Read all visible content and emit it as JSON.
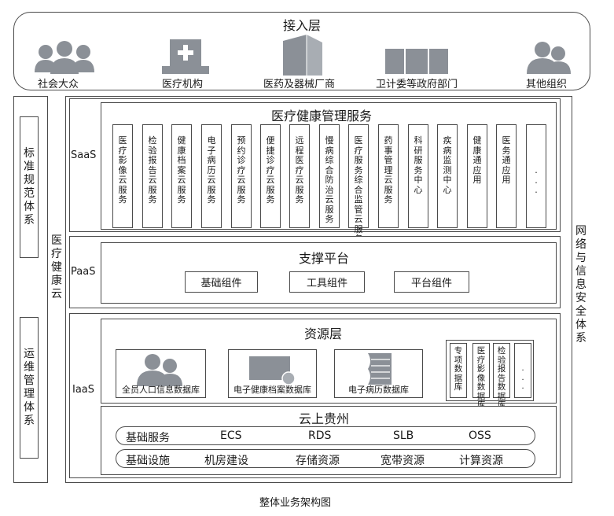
{
  "access_layer": {
    "title": "接入层",
    "items": [
      "社会大众",
      "医疗机构",
      "医药及器械厂商",
      "卫计委等政府部门",
      "其他组织"
    ]
  },
  "left_panels": {
    "standards": "标准规范体系",
    "operations": "运维管理体系"
  },
  "cloud_label": "医疗健康云",
  "right_panel": "网络与信息安全体系",
  "saas": {
    "tier": "SaaS",
    "title": "医疗健康管理服务",
    "services": [
      [
        "医疗",
        "影像",
        "云服",
        "务"
      ],
      [
        "检验",
        "报告",
        "云服",
        "务"
      ],
      [
        "健康",
        "档案",
        "云服",
        "务"
      ],
      [
        "电子",
        "病历",
        "云服",
        "务"
      ],
      [
        "预约",
        "诊疗",
        "云服",
        "务"
      ],
      [
        "便捷",
        "诊疗",
        "云服",
        "务"
      ],
      [
        "远程",
        "医疗",
        "云服",
        "务"
      ],
      [
        "慢病",
        "综合",
        "防治",
        "云服",
        "务"
      ],
      [
        "医疗",
        "服务",
        "综合",
        "监管",
        "云服",
        "务"
      ],
      [
        "药事",
        "管理",
        "云服",
        "务"
      ],
      [
        "科研",
        "服务",
        "中心"
      ],
      [
        "疾病",
        "监测",
        "中心"
      ],
      [
        "健康",
        "通应",
        "用"
      ],
      [
        "医务",
        "通应",
        "用"
      ],
      [
        "..."
      ]
    ]
  },
  "paas": {
    "tier": "PaaS",
    "title": "支撑平台",
    "components": [
      "基础组件",
      "工具组件",
      "平台组件"
    ]
  },
  "iaas": {
    "tier": "IaaS",
    "resource_title": "资源层",
    "databases": [
      "全员人口信息数据库",
      "电子健康档案数据库",
      "电子病历数据库"
    ],
    "small_dbs": [
      [
        "专项",
        "数据",
        "库"
      ],
      [
        "医疗",
        "影像",
        "数据",
        "库"
      ],
      [
        "检验",
        "报告",
        "数据",
        "库"
      ],
      [
        "..."
      ]
    ],
    "cloud_title": "云上贵州",
    "basic_services": {
      "label": "基础服务",
      "items": [
        "ECS",
        "RDS",
        "SLB",
        "OSS"
      ]
    },
    "basic_facilities": {
      "label": "基础设施",
      "items": [
        "机房建设",
        "存储资源",
        "宽带资源",
        "计算资源"
      ]
    }
  },
  "caption": "整体业务架构图"
}
